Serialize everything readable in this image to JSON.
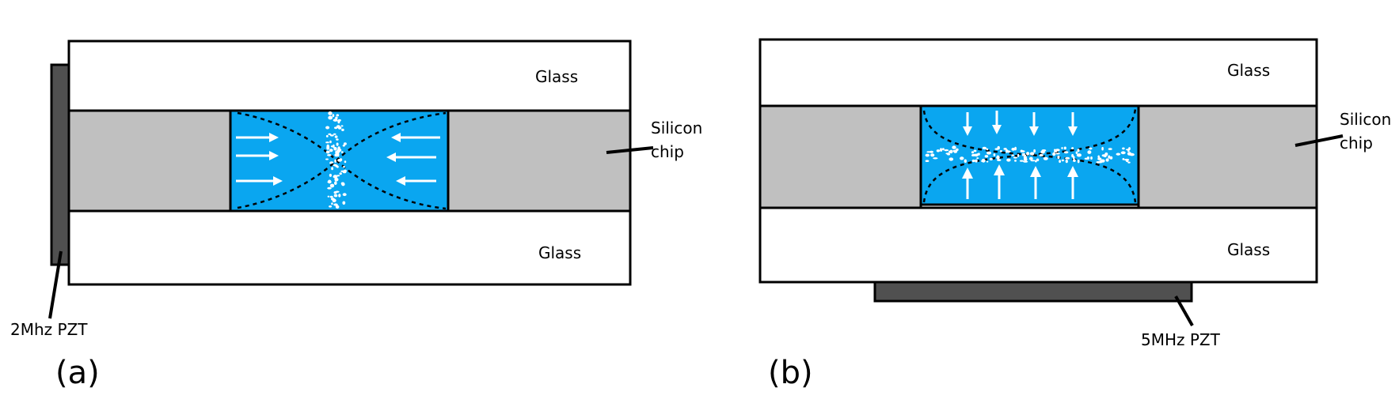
{
  "colors": {
    "glass": "#ffffff",
    "silicon": "#c0c0c0",
    "channel": "#0aa6f0",
    "pzt": "#505050",
    "outline": "#000000",
    "arrow": "#ffffff"
  },
  "panel_a": {
    "glass_top_label": "Glass",
    "glass_bottom_label": "Glass",
    "silicon_label_line1": "Silicon",
    "silicon_label_line2": "chip",
    "pzt_label": "2Mhz PZT",
    "caption": "(a)",
    "arrow_direction": "horizontal inward",
    "particle_band": "vertical"
  },
  "panel_b": {
    "glass_top_label": "Glass",
    "glass_bottom_label": "Glass",
    "silicon_label_line1": "Silicon",
    "silicon_label_line2": "chip",
    "pzt_label": "5MHz PZT",
    "caption": "(b)",
    "arrow_direction": "vertical inward",
    "particle_band": "horizontal"
  }
}
